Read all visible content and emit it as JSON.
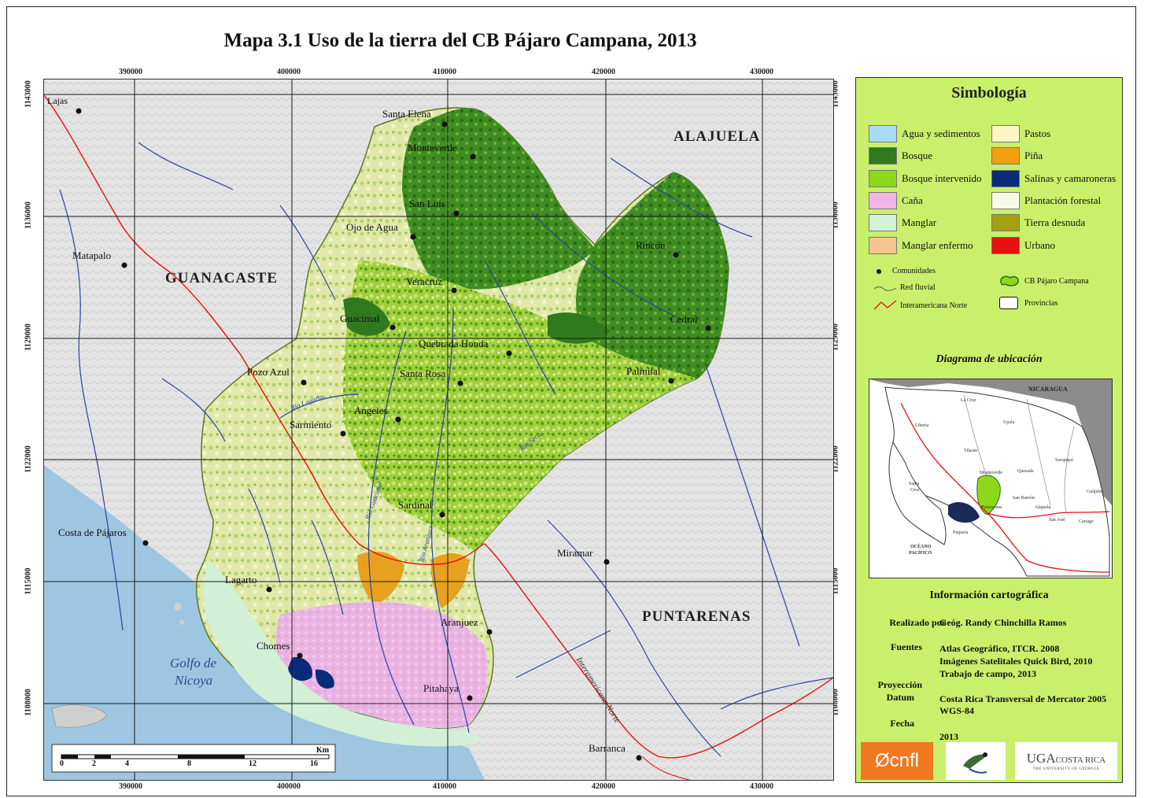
{
  "title": "Mapa 3.1 Uso de la tierra del CB Pájaro Campana, 2013",
  "coords": {
    "x_top": [
      "390000",
      "400000",
      "410000",
      "420000",
      "430000"
    ],
    "x_bottom": [
      "390000",
      "400000",
      "410000",
      "420000",
      "430000"
    ],
    "y_left": [
      "1143000",
      "1136000",
      "1129000",
      "1122000",
      "1115000",
      "1108000"
    ],
    "y_right": [
      "1143000",
      "1136000",
      "1129000",
      "1122000",
      "1115000",
      "1108000"
    ]
  },
  "places": {
    "lajas": "Lajas",
    "matapalo": "Matapalo",
    "guanacaste": "GUANACASTE",
    "alajuela": "ALAJUELA",
    "puntarenas": "PUNTARENAS",
    "santa_elena": "Santa Elena",
    "monteverde": "Monteverde",
    "san_luis": "San Luis",
    "ojo_de_agua": "Ojo de Agua",
    "veracruz": "Veracruz",
    "guacimal": "Guacimal",
    "quebrada_honda": "Quebrada Honda",
    "santa_rosa": "Santa Rosa",
    "pozo_azul": "Pozo Azul",
    "angeles": "Angeles",
    "sarmiento": "Sarmiento",
    "rincon": "Rincón",
    "cedral": "Cedral",
    "palmital": "Palmital",
    "sardinal": "Sardinal",
    "costa_de_pajaros": "Costa de Pájaros",
    "miramar": "Miramar",
    "lagarto": "Lagarto",
    "aranjuez": "Aranjuez",
    "chomes": "Chomes",
    "pitahaya": "Pitahaya",
    "barranca": "Barranca",
    "golfo1": "Golfo de",
    "golfo2": "Nicoya",
    "rio_lagarto": "Río Lagarto",
    "rio_guacimal": "Río Guacimal",
    "rio_aranjuez": "Río Aranjuez",
    "rio_seco": "Río Seco",
    "interamericana": "Interamericana Norte"
  },
  "scale": {
    "unit": "Km",
    "ticks": [
      "0",
      "2",
      "4",
      "8",
      "12",
      "16"
    ]
  },
  "legend": {
    "title": "Simbología",
    "left_items": [
      {
        "label": "Agua y sedimentos",
        "color": "#a6dcf2"
      },
      {
        "label": "Bosque",
        "color": "#2f7a1e"
      },
      {
        "label": "Bosque intervenido",
        "color": "#8ed81c"
      },
      {
        "label": "Caña",
        "color": "#f2b4e6"
      },
      {
        "label": "Manglar",
        "color": "#d2f2d6"
      },
      {
        "label": "Manglar enfermo",
        "color": "#f6c490"
      }
    ],
    "right_items": [
      {
        "label": "Pastos",
        "color": "#fbf6c2"
      },
      {
        "label": "Piña",
        "color": "#f2a010"
      },
      {
        "label": "Salinas y camaroneras",
        "color": "#0a2a7a"
      },
      {
        "label": "Plantación forestal",
        "color": "#f8fae8"
      },
      {
        "label": "Tierra desnuda",
        "color": "#a4a010"
      },
      {
        "label": "Urbano",
        "color": "#e81010"
      }
    ],
    "symbols": {
      "comunidades": "Comunidades",
      "red_fluvial": "Red fluvial",
      "interamericana": "Interamericana Norte",
      "cb": "CB Pájaro Campana",
      "provincias": "Provincias"
    }
  },
  "inset": {
    "title": "Diagrama de ubicación",
    "nicaragua": "NICARAGUA",
    "labels": {
      "liberia": "Liberia",
      "la_cruz": "La Cruz",
      "tilaran": "Tilarán",
      "upala": "Upala",
      "santa_cruz_1": "Santa",
      "santa_cruz_2": "Cruz",
      "monteverde": "Monteverde",
      "quesada": "Quesada",
      "sarapiqui": "Sarapiquí",
      "guapiles": "Guápiles",
      "san_ramon": "San Ramón",
      "puntarenas": "Puntarenas",
      "alajuela": "Alajuela",
      "san_jose": "San José",
      "cartago": "Cartago",
      "paquera": "Paquera",
      "oceano_1": "OCÉANO",
      "oceano_2": "PACÍFICO"
    }
  },
  "info": {
    "title": "Información cartográfica",
    "realizado_lbl": "Realizado por",
    "realizado_val": "Geóg. Randy Chinchilla Ramos",
    "fuentes_lbl": "Fuentes",
    "fuentes_val": [
      "Atlas Geográfico, ITCR. 2008",
      "Imágenes Satelitales Quick Bird, 2010",
      "Trabajo de campo, 2013"
    ],
    "proyeccion_lbl": "Proyección",
    "datum_lbl": "Datum",
    "proyeccion_val": "Costa Rica Transversal de Mercator 2005",
    "datum_val": "WGS-84",
    "fecha_lbl": "Fecha",
    "fecha_val": "2013"
  },
  "logos": {
    "cnfl": "cnfl",
    "uga": "UGA",
    "uga_sub": "COSTA RICA",
    "uga_tag": "THE UNIVERSITY OF GEORGIA"
  }
}
